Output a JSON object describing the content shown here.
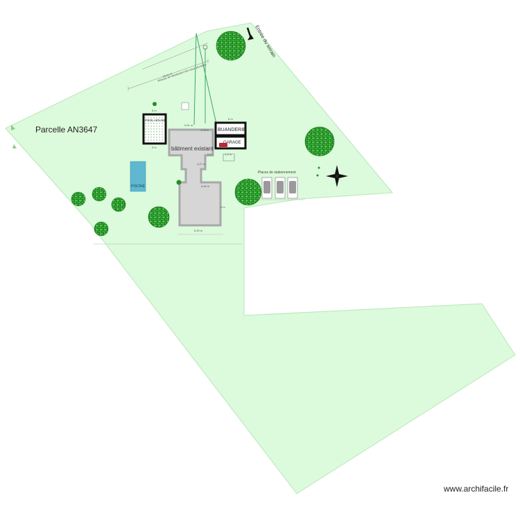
{
  "parcel": {
    "label": "Parcelle AN3647"
  },
  "entrance": {
    "label": "Entrée du terrain"
  },
  "existing_building": {
    "label": "bâtiment existant"
  },
  "pool": {
    "label": "PISCINE"
  },
  "pool_house": {
    "label": "POOL HOUSE"
  },
  "laundry": {
    "label": "BUANDERIE"
  },
  "garage": {
    "label": "GARAGE"
  },
  "parking": {
    "label": "Places de stationnement"
  },
  "network": {
    "label": "Réseau de distribution des eaux pluviales"
  },
  "dimensions": {
    "d1": "0,61 m",
    "d2": "4,43 m",
    "d3": "6,25 m",
    "d4": "8,46 m",
    "d5": "6 m",
    "d6": "1,9 m",
    "d7": "15,01 m",
    "d8": "5 m",
    "d9": "5 m",
    "d10": "6 m",
    "d11": "2 m",
    "d12": "4,27 m"
  },
  "watermark": {
    "text": "www.archifacile.fr"
  },
  "colors": {
    "lawn": "#dcfadc",
    "lawn_stroke": "#b8e6b8",
    "tree": "#1e8c1e",
    "tree_light": "#5fd35f",
    "building": "#c8c8c8",
    "building_stroke": "#a8a8a8",
    "pool": "#5fb8cf",
    "wall": "#111111"
  },
  "icons": [
    "tree-icon",
    "compass-rose-icon",
    "car-icon",
    "entrance-arrow-icon",
    "plant-icon"
  ]
}
